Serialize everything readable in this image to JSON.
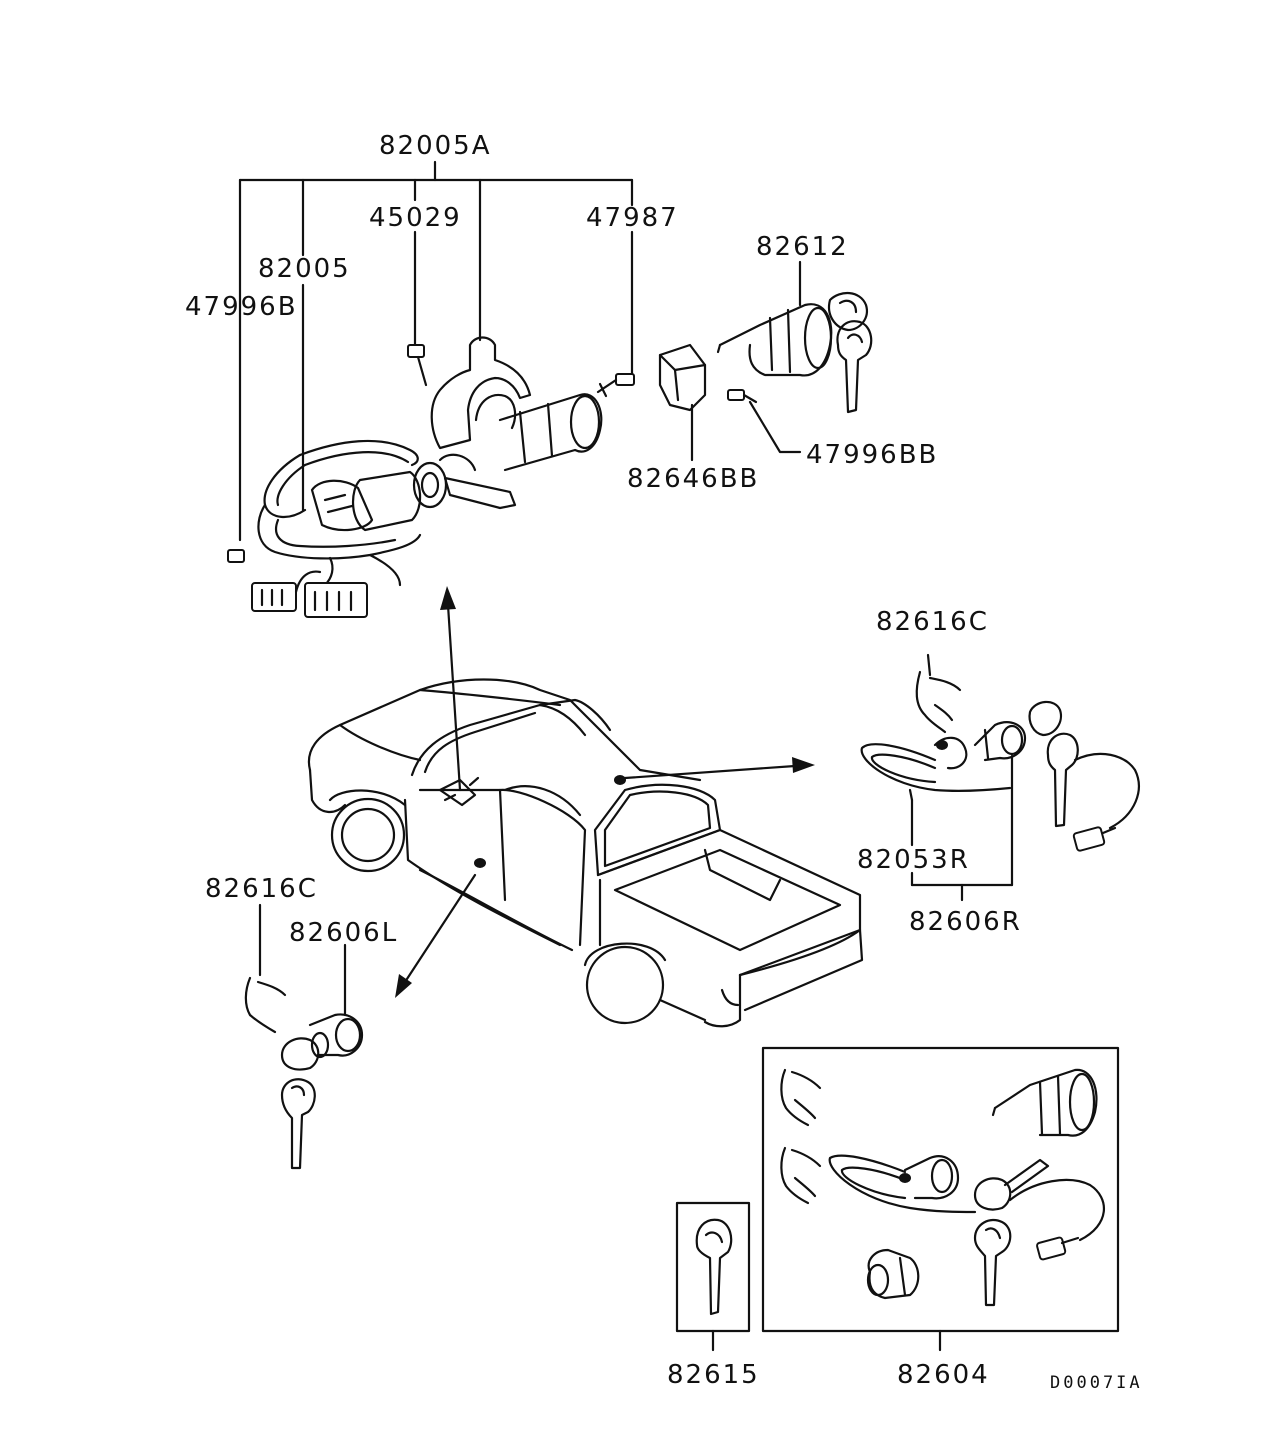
{
  "diagram": {
    "drawing_code": "D0007IA",
    "parts": [
      {
        "id": "p-82005A",
        "label": "82005A"
      },
      {
        "id": "p-45029",
        "label": "45029"
      },
      {
        "id": "p-47987",
        "label": "47987"
      },
      {
        "id": "p-82612",
        "label": "82612"
      },
      {
        "id": "p-82005",
        "label": "82005"
      },
      {
        "id": "p-47996B",
        "label": "47996B"
      },
      {
        "id": "p-47996BB",
        "label": "47996BB"
      },
      {
        "id": "p-82646BB",
        "label": "82646BB"
      },
      {
        "id": "p-82616C-right",
        "label": "82616C"
      },
      {
        "id": "p-82053R",
        "label": "82053R"
      },
      {
        "id": "p-82606R",
        "label": "82606R"
      },
      {
        "id": "p-82616C-left",
        "label": "82616C"
      },
      {
        "id": "p-82606L",
        "label": "82606L"
      },
      {
        "id": "p-82615",
        "label": "82615"
      },
      {
        "id": "p-82604",
        "label": "82604"
      }
    ]
  }
}
